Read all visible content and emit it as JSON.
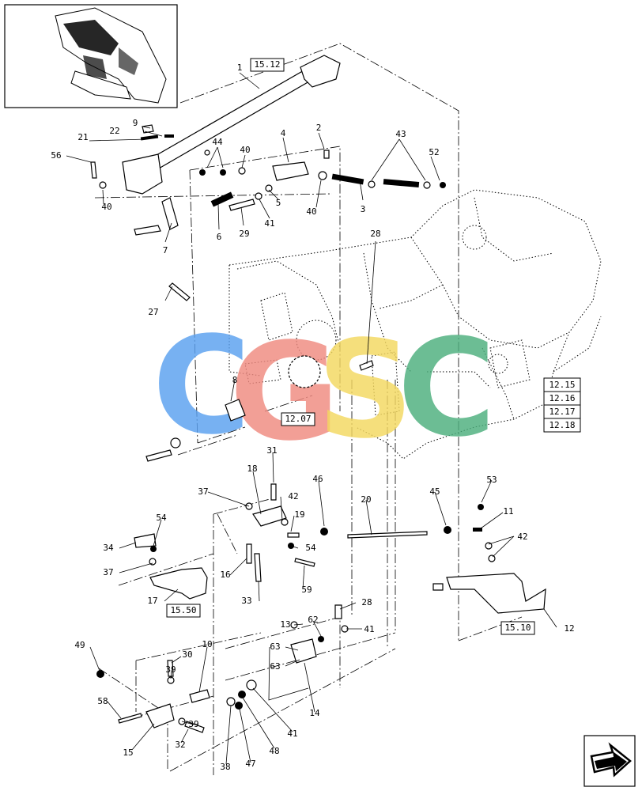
{
  "watermark": {
    "letters": [
      "C",
      "G",
      "S",
      "C"
    ],
    "colors": [
      "#5aa0f0",
      "#f08a80",
      "#f4d860",
      "#4caf7d"
    ]
  },
  "refs": {
    "r1512": "15.12",
    "r1207": "12.07",
    "r1215": "12.15",
    "r1216": "12.16",
    "r1217": "12.17",
    "r1218": "12.18",
    "r1550": "15.50",
    "r1510": "15.10"
  },
  "callouts": {
    "c1": "1",
    "c2": "2",
    "c3": "3",
    "c4": "4",
    "c5": "5",
    "c6": "6",
    "c7": "7",
    "c8": "8",
    "c9": "9",
    "c10": "10",
    "c11": "11",
    "c12": "12",
    "c13": "13",
    "c14": "14",
    "c15": "15",
    "c16": "16",
    "c17": "17",
    "c18": "18",
    "c19": "19",
    "c20": "20",
    "c21": "21",
    "c22": "22",
    "c27": "27",
    "c28a": "28",
    "c28b": "28",
    "c29": "29",
    "c30": "30",
    "c31": "31",
    "c32": "32",
    "c33": "33",
    "c34": "34",
    "c37a": "37",
    "c37b": "37",
    "c38": "38",
    "c39a": "39",
    "c39b": "39",
    "c40a": "40",
    "c40b": "40",
    "c40c": "40",
    "c41a": "41",
    "c41b": "41",
    "c41c": "41",
    "c42a": "42",
    "c42b": "42",
    "c43": "43",
    "c44": "44",
    "c45": "45",
    "c46": "46",
    "c47": "47",
    "c48": "48",
    "c49": "49",
    "c52": "52",
    "c53": "53",
    "c54a": "54",
    "c54b": "54",
    "c56": "56",
    "c58": "58",
    "c59": "59",
    "c62": "62",
    "c63a": "63",
    "c63b": "63"
  }
}
